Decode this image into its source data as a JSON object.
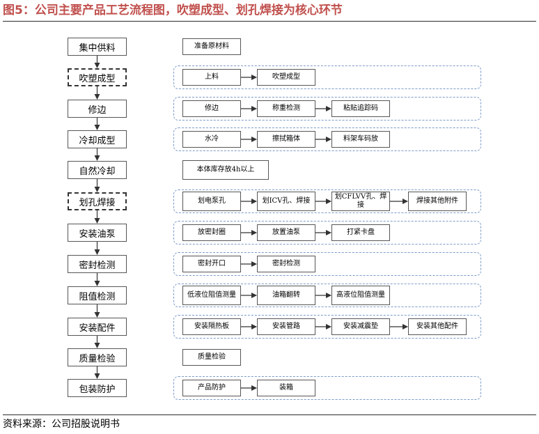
{
  "title": "图5：公司主要产品工艺流程图，吹塑成型、划孔焊接为核心环节",
  "source": "资料来源：公司招股说明书",
  "steps": [
    {
      "label": "集中供料",
      "dashed": false,
      "subs": [
        "准备原材料"
      ],
      "group": false
    },
    {
      "label": "吹塑成型",
      "dashed": true,
      "subs": [
        "上料",
        "吹塑成型"
      ],
      "group": true
    },
    {
      "label": "修边",
      "dashed": false,
      "subs": [
        "修边",
        "称重检测",
        "粘贴追踪码"
      ],
      "group": true
    },
    {
      "label": "冷却成型",
      "dashed": false,
      "subs": [
        "水冷",
        "擦拭箱体",
        "料架车码放"
      ],
      "group": true
    },
    {
      "label": "自然冷却",
      "dashed": false,
      "subs": [
        "本体库存放4h以上"
      ],
      "group": false
    },
    {
      "label": "划孔焊接",
      "dashed": true,
      "subs": [
        "划电泵孔",
        "划ICV孔、焊接",
        "划CFLVV孔、焊接",
        "焊接其他附件"
      ],
      "group": true
    },
    {
      "label": "安装油泵",
      "dashed": false,
      "subs": [
        "放密封圈",
        "放置油泵",
        "打紧卡盘"
      ],
      "group": true
    },
    {
      "label": "密封检测",
      "dashed": false,
      "subs": [
        "密封开口",
        "密封检测"
      ],
      "group": true
    },
    {
      "label": "阻值检测",
      "dashed": false,
      "subs": [
        "低液位阻值测量",
        "油箱翻转",
        "高液位阻值测量"
      ],
      "group": true
    },
    {
      "label": "安装配件",
      "dashed": false,
      "subs": [
        "安装隔热板",
        "安装管路",
        "安装减震垫",
        "安装其他配件"
      ],
      "group": true
    },
    {
      "label": "质量检验",
      "dashed": false,
      "subs": [
        "质量检验"
      ],
      "group": false
    },
    {
      "label": "包装防护",
      "dashed": false,
      "subs": [
        "产品防护",
        "装箱"
      ],
      "group": true
    }
  ]
}
